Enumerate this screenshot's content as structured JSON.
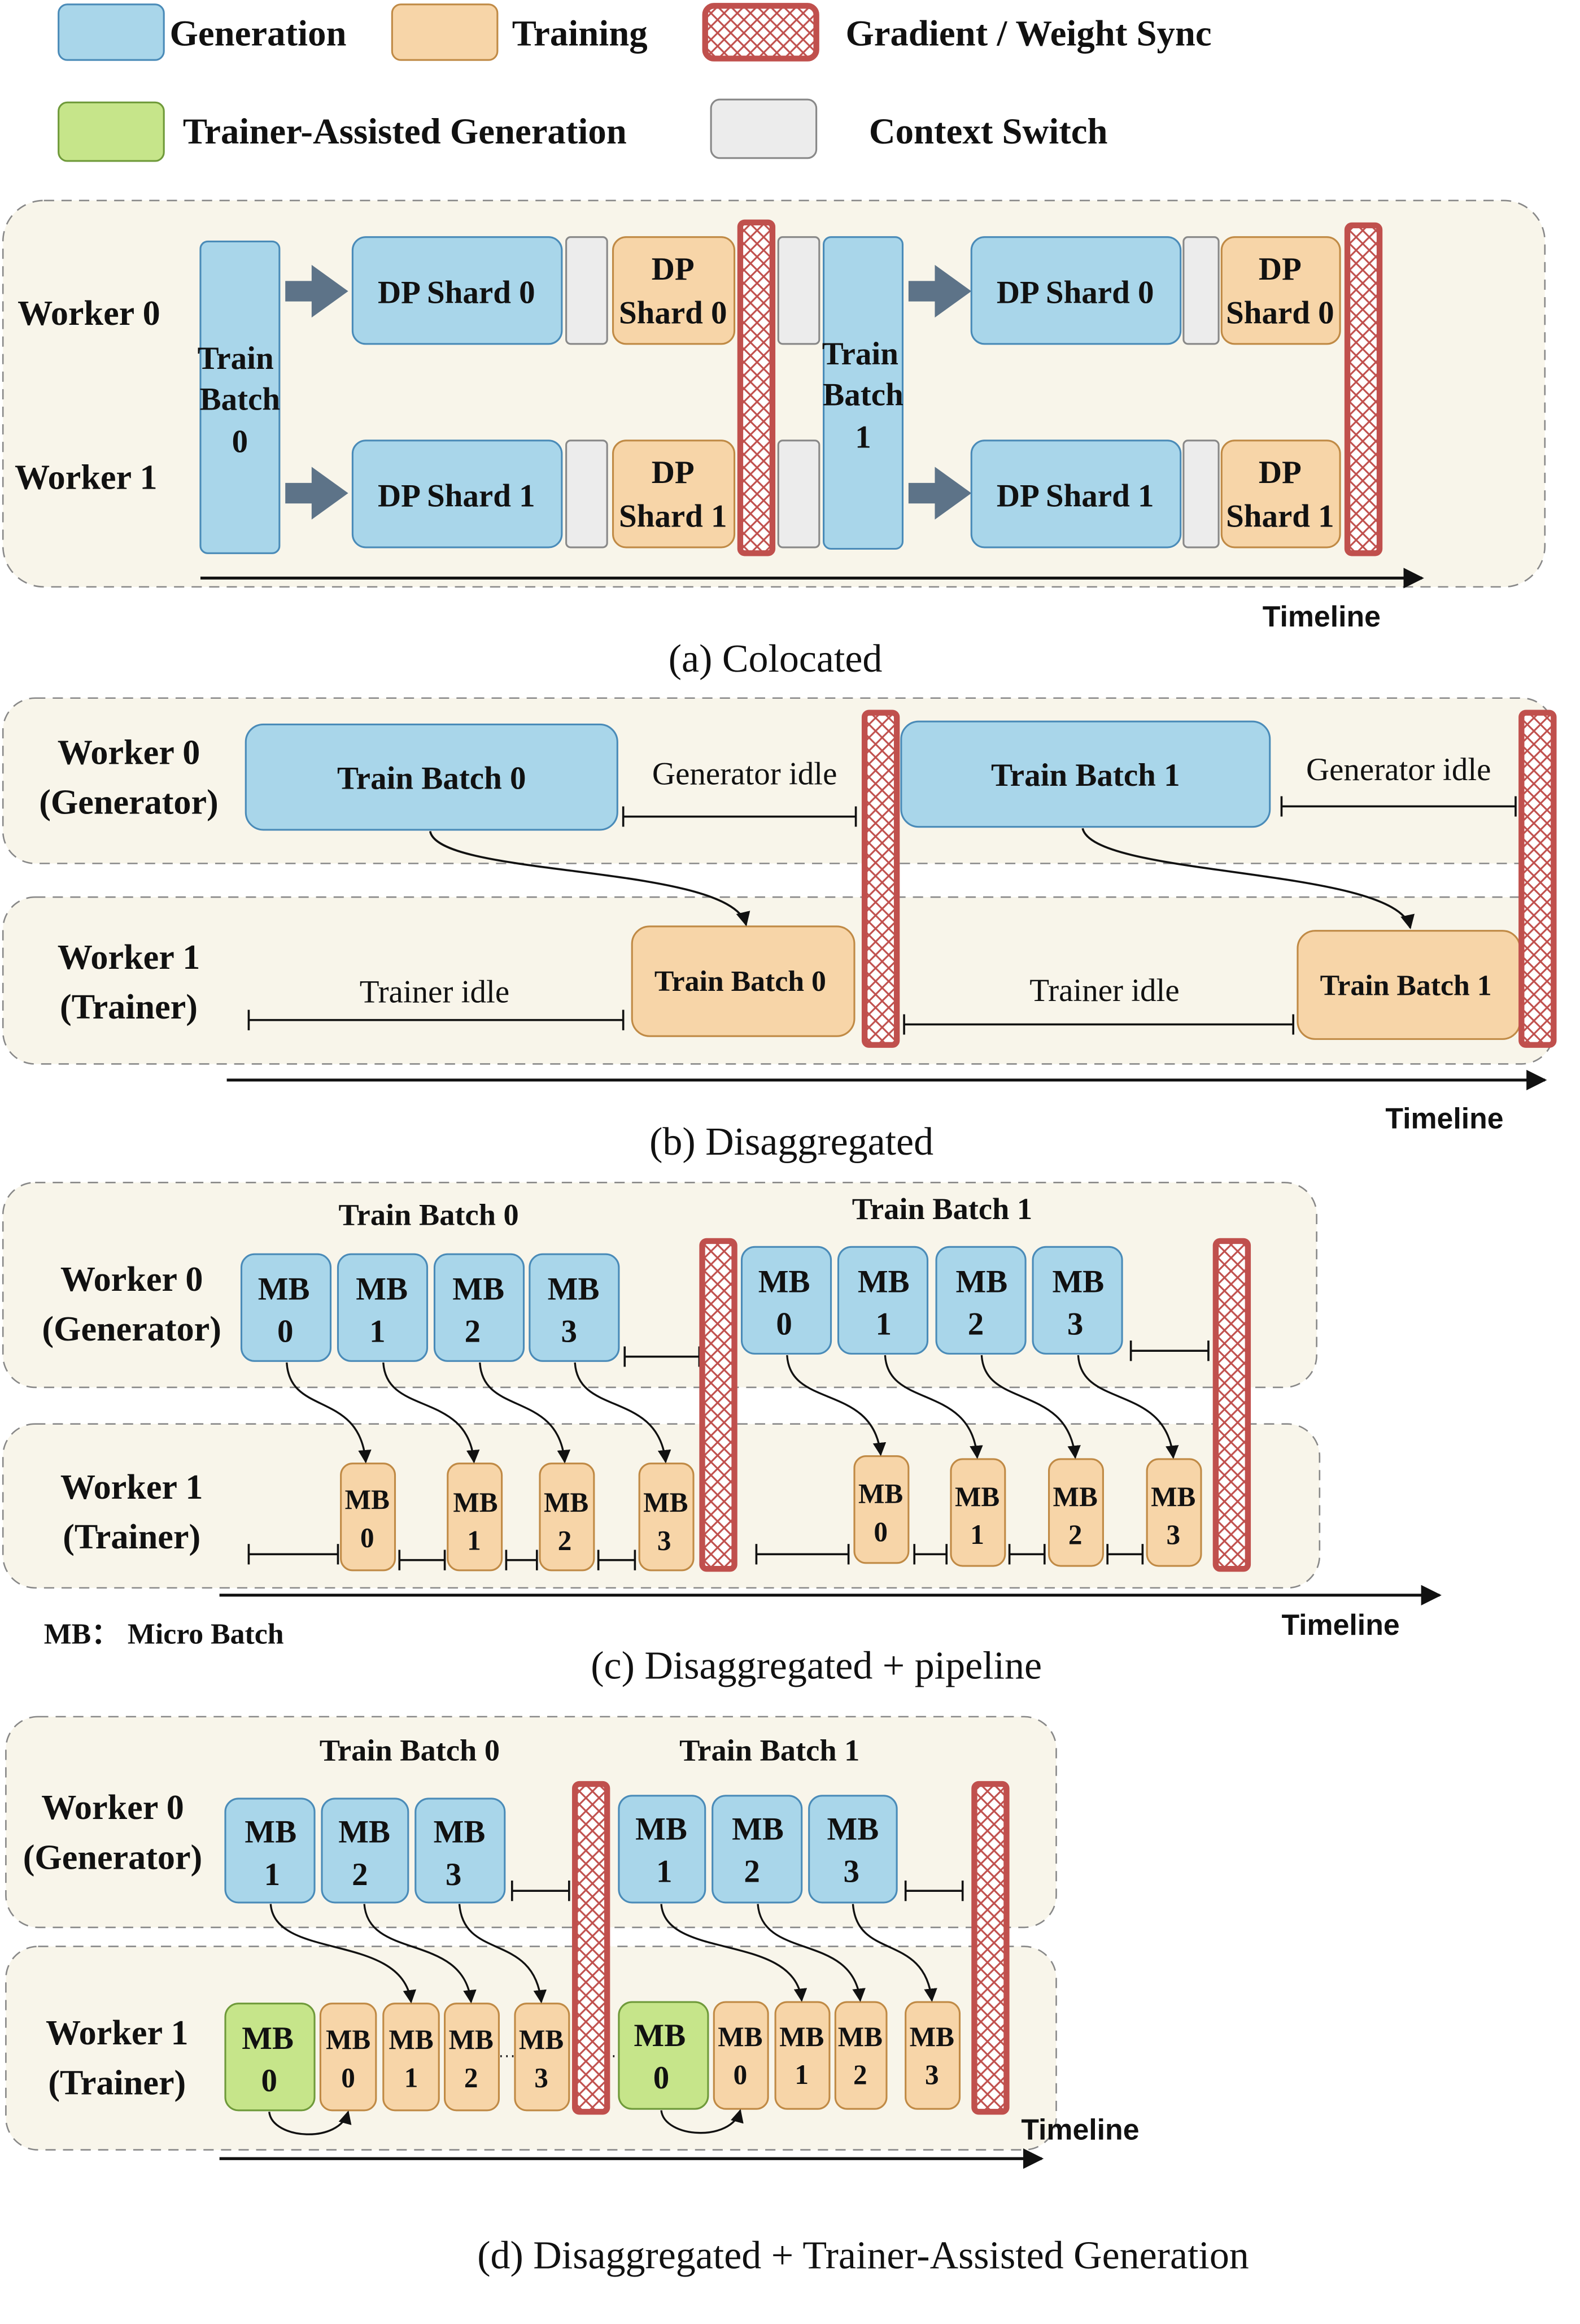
{
  "legend": {
    "generation": "Generation",
    "training": "Training",
    "sync": "Gradient / Weight Sync",
    "assisted": "Trainer-Assisted Generation",
    "context_switch": "Context Switch"
  },
  "colors": {
    "generation": "#a9d6ea",
    "generation_stroke": "#4a8bb8",
    "training": "#f7d5a8",
    "training_stroke": "#c08a45",
    "assisted": "#c6e58a",
    "assisted_stroke": "#6f9a3a",
    "context": "#ececec",
    "sync": "#c0504d",
    "panel": "#f8f5ea"
  },
  "panel_a": {
    "worker0": "Worker 0",
    "worker1": "Worker 1",
    "train_batch0": [
      "Train",
      "Batch",
      "0"
    ],
    "train_batch1": [
      "Train",
      "Batch",
      "1"
    ],
    "gen_shard0": "DP Shard 0",
    "gen_shard1": "DP Shard 1",
    "train_shard0": [
      "DP",
      "Shard 0"
    ],
    "train_shard1": [
      "DP",
      "Shard 1"
    ],
    "timeline": "Timeline",
    "caption": "(a) Colocated"
  },
  "panel_b": {
    "worker0": [
      "Worker 0",
      "(Generator)"
    ],
    "worker1": [
      "Worker 1",
      "(Trainer)"
    ],
    "gen_batch0": "Train Batch 0",
    "gen_batch1": "Train Batch 1",
    "train_batch0": "Train Batch 0",
    "train_batch1": "Train Batch 1",
    "gen_idle": "Generator idle",
    "trainer_idle": "Trainer idle",
    "timeline": "Timeline",
    "caption": "(b) Disaggregated"
  },
  "panel_c": {
    "batch0": "Train Batch 0",
    "batch1": "Train Batch 1",
    "worker0": [
      "Worker 0",
      "(Generator)"
    ],
    "worker1": [
      "Worker 1",
      "(Trainer)"
    ],
    "mb_prefix": "MB",
    "mb_ids": [
      "0",
      "1",
      "2",
      "3"
    ],
    "mb_note": "MB： Micro Batch",
    "timeline": "Timeline",
    "caption": "(c) Disaggregated + pipeline"
  },
  "panel_d": {
    "batch0": "Train Batch 0",
    "batch1": "Train Batch 1",
    "worker0": [
      "Worker 0",
      "(Generator)"
    ],
    "worker1": [
      "Worker 1",
      "(Trainer)"
    ],
    "mb_prefix": "MB",
    "gen_ids": [
      "1",
      "2",
      "3"
    ],
    "assisted_id": "0",
    "train_ids": [
      "0",
      "1",
      "2",
      "3"
    ],
    "timeline": "Timeline",
    "caption": "(d) Disaggregated + Trainer-Assisted Generation"
  }
}
